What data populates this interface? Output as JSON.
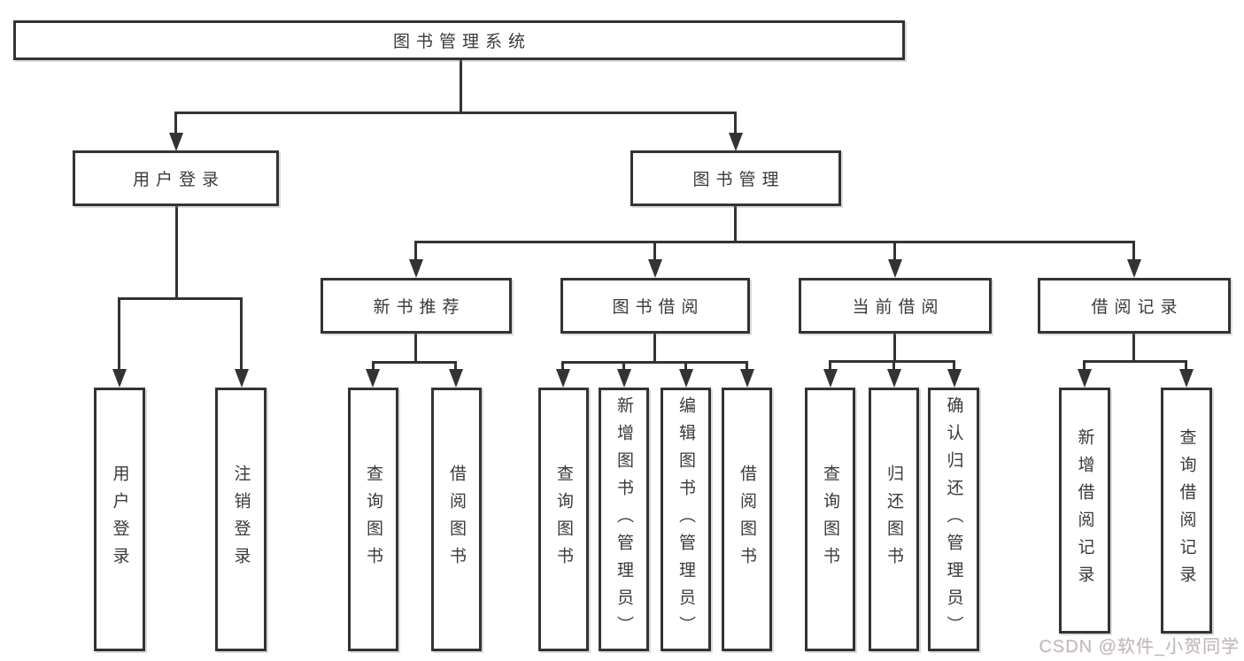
{
  "tree": {
    "label": "图书管理系统",
    "children": [
      {
        "label": "用户登录",
        "children": [
          {
            "label": "用户登录"
          },
          {
            "label": "注销登录"
          }
        ]
      },
      {
        "label": "图书管理",
        "children": [
          {
            "label": "新书推荐",
            "children": [
              {
                "label": "查询图书"
              },
              {
                "label": "借阅图书"
              }
            ]
          },
          {
            "label": "图书借阅",
            "children": [
              {
                "label": "查询图书"
              },
              {
                "label": "新增图书（管理员）"
              },
              {
                "label": "编辑图书（管理员）"
              },
              {
                "label": "借阅图书"
              }
            ]
          },
          {
            "label": "当前借阅",
            "children": [
              {
                "label": "查询图书"
              },
              {
                "label": "归还图书"
              },
              {
                "label": "确认归还（管理员）"
              }
            ]
          },
          {
            "label": "借阅记录",
            "children": [
              {
                "label": "新增借阅记录"
              },
              {
                "label": "查询借阅记录"
              }
            ]
          }
        ]
      }
    ]
  },
  "watermark": "CSDN @软件_小贺同学",
  "colors": {
    "line": "#333333",
    "text": "#3a3a3a",
    "watermark": "#c1b8b8"
  }
}
